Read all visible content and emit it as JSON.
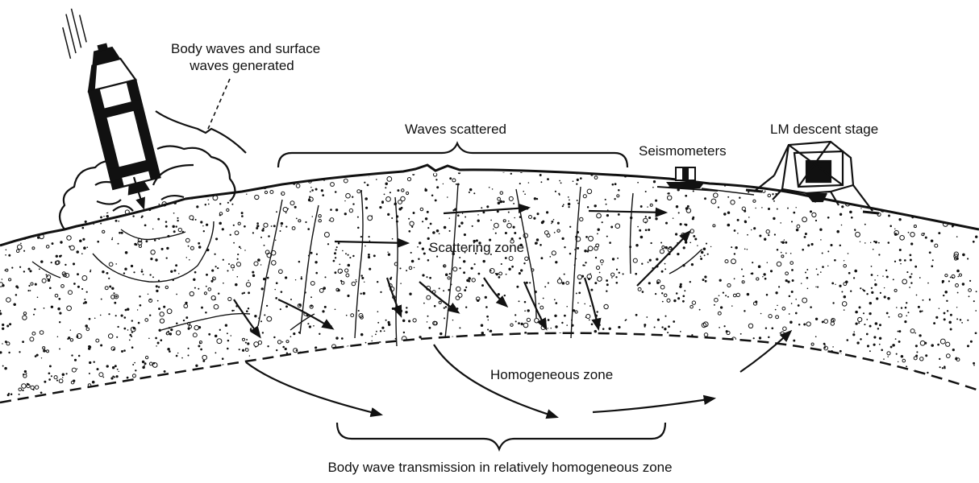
{
  "diagram": {
    "labels": {
      "impact_line1": "Body waves and surface",
      "impact_line2": "waves generated",
      "waves_scattered": "Waves scattered",
      "seismometers": "Seismometers",
      "lm_descent_stage": "LM descent stage",
      "scattering_zone": "Scattering zone",
      "homogeneous_zone": "Homogeneous zone",
      "body_wave_transmission": "Body wave transmission in relatively homogeneous zone"
    },
    "colors": {
      "ink": "#111111",
      "paper": "#ffffff"
    },
    "icons": [
      "rocket-stage-icon",
      "seismometer-icon",
      "lm-descent-stage-icon",
      "impact-cloud-icon"
    ]
  }
}
